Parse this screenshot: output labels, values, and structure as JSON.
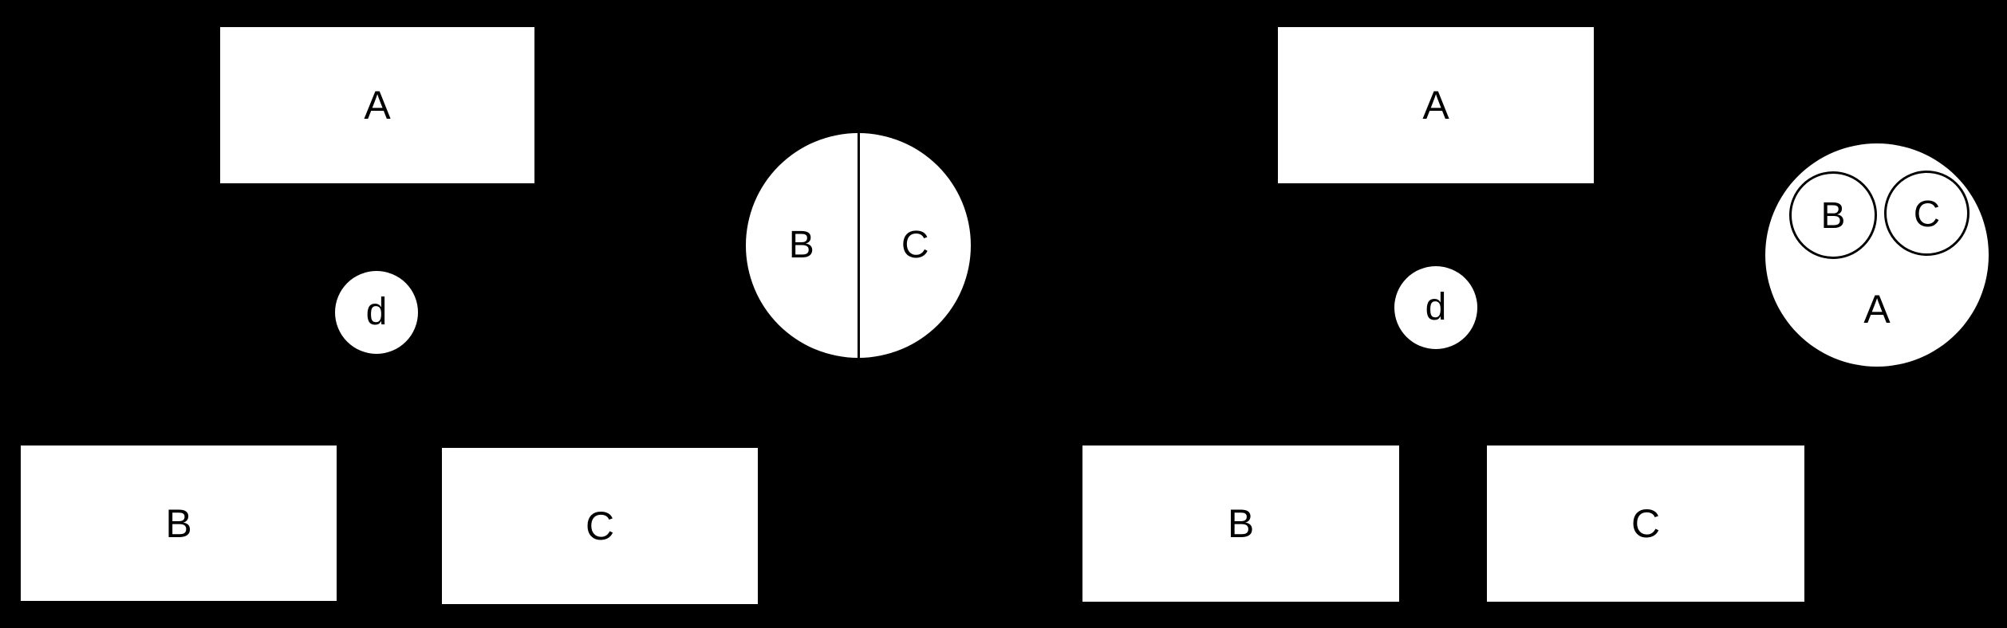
{
  "colors": {
    "background": "#000000",
    "shape_fill": "#ffffff",
    "stroke": "#000000",
    "text": "#000000"
  },
  "left_diagram": {
    "box_a": "A",
    "connector": "d",
    "box_b": "B",
    "box_c": "C",
    "split_circle": {
      "left_half": "B",
      "right_half": "C"
    }
  },
  "right_diagram": {
    "box_a": "A",
    "connector": "d",
    "box_b": "B",
    "box_c": "C",
    "nested_circle": {
      "outer": "A",
      "inner_left": "B",
      "inner_right": "C"
    }
  }
}
